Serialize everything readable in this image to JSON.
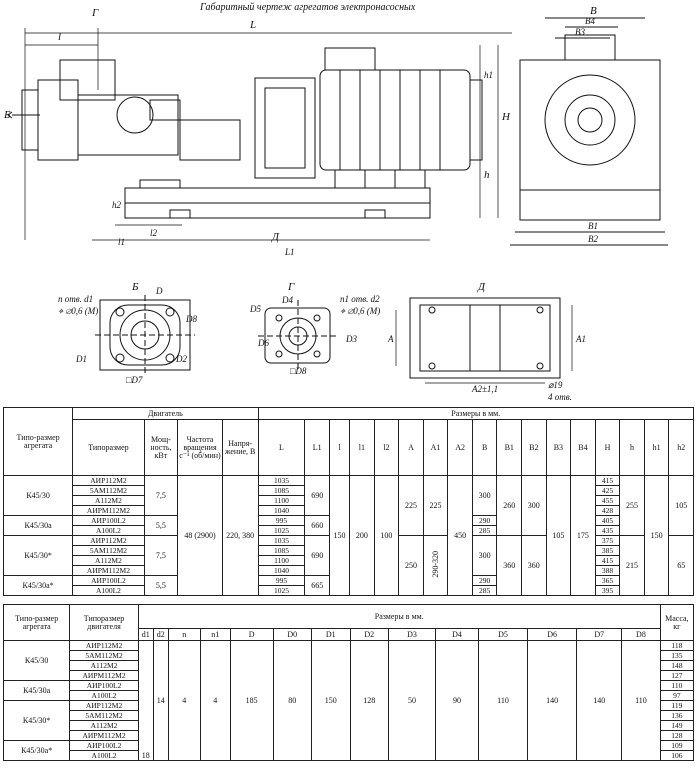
{
  "caption": "Габаритный чертеж агрегатов электронасосных",
  "drawing_labels": {
    "main": [
      "Г",
      "L",
      "l",
      "Б",
      "h1",
      "H",
      "h",
      "h2",
      "l1",
      "l2",
      "Д",
      "L1",
      "B",
      "B4",
      "B3",
      "B1",
      "B2"
    ],
    "view_b": {
      "title": "Б",
      "holes": "n отв. d1",
      "tol": "⌖ ⌀0,6 (М)",
      "labels": [
        "D",
        "D8",
        "D1",
        "D2",
        "□D7"
      ]
    },
    "view_g": {
      "title": "Г",
      "holes": "n1 отв. d2",
      "tol": "⌖ ⌀0,6 (М)",
      "labels": [
        "D5",
        "D4",
        "D6",
        "D3",
        "□D8"
      ]
    },
    "view_d": {
      "title": "Д",
      "labels": [
        "A",
        "A1",
        "A2±1,1",
        "⌀19",
        "4 отв."
      ]
    }
  },
  "table1": {
    "header": {
      "pump": "Типо-размер агрегата",
      "motor_group": "Двигатель",
      "motor_type": "Типоразмер",
      "power": "Мощ-ность, кВт",
      "speed": "Частота вращения с⁻¹ (об/мин)",
      "voltage": "Напря-жение, В",
      "dims": "Размеры в мм.",
      "cols": [
        "L",
        "L1",
        "l",
        "l1",
        "l2",
        "A",
        "A1",
        "A2",
        "B",
        "B1",
        "B2",
        "B3",
        "B4",
        "H",
        "h",
        "h1",
        "h2"
      ]
    },
    "groups": [
      {
        "pump": "К45/30",
        "motors": [
          "АИР112М2",
          "5АМ112М2",
          "А112М2",
          "АИРМ112М2"
        ],
        "power": "7,5",
        "L": [
          "1035",
          "1085",
          "1100",
          "1040"
        ],
        "L1": "690",
        "B": "300",
        "H": [
          "415",
          "425",
          "455",
          "428"
        ]
      },
      {
        "pump": "К45/30а",
        "motors": [
          "АИР100L2",
          "А100L2"
        ],
        "power": "5,5",
        "L": [
          "995",
          "1025"
        ],
        "L1": "660",
        "B": [
          "290",
          "285"
        ],
        "H": [
          "405",
          "435"
        ]
      },
      {
        "pump": "К45/30*",
        "motors": [
          "АИР112М2",
          "5АМ112М2",
          "А112М2",
          "АИРМ112М2"
        ],
        "power": "7,5",
        "L": [
          "1035",
          "1085",
          "1100",
          "1040"
        ],
        "L1": "690",
        "B": "300",
        "H": [
          "375",
          "385",
          "415",
          "388"
        ]
      },
      {
        "pump": "К45/30а*",
        "motors": [
          "АИР100L2",
          "А100L2"
        ],
        "power": "5,5",
        "L": [
          "995",
          "1025"
        ],
        "L1": "665",
        "B": [
          "290",
          "285"
        ],
        "H": [
          "365",
          "395"
        ]
      }
    ],
    "shared": {
      "speed": "48 (2900)",
      "voltage": "220, 380",
      "l": "150",
      "l1": "200",
      "l2": "100",
      "A_top": "225",
      "A_bottom": "250",
      "A1_top": "225",
      "A1_bottom": "290-320",
      "A2": "450",
      "B1_top": "260",
      "B1_bottom": "360",
      "B2_top": "300",
      "B2_bottom": "360",
      "B3": "105",
      "B4": "175",
      "h_top": "255",
      "h_bottom": "215",
      "h1": "150",
      "h2_top": "105",
      "h2_bottom": "65"
    }
  },
  "table2": {
    "header": {
      "pump": "Типо-размер агрегата",
      "motor": "Типоразмер двигателя",
      "dims": "Размеры в мм.",
      "cols": [
        "d1",
        "d2",
        "n",
        "n1",
        "D",
        "D0",
        "D1",
        "D2",
        "D3",
        "D4",
        "D5",
        "D6",
        "D7",
        "D8"
      ],
      "mass": "Масса, кг"
    },
    "groups": [
      {
        "pump": "К45/30",
        "motors": [
          "АИР112М2",
          "5АМ112М2",
          "А112М2",
          "АИРМ112М2"
        ],
        "mass": [
          "118",
          "135",
          "148",
          "127"
        ]
      },
      {
        "pump": "К45/30а",
        "motors": [
          "АИР100L2",
          "А100L2"
        ],
        "mass": [
          "110",
          "97"
        ]
      },
      {
        "pump": "К45/30*",
        "motors": [
          "АИР112М2",
          "5АМ112М2",
          "А112М2",
          "АИРМ112М2"
        ],
        "mass": [
          "119",
          "136",
          "149",
          "128"
        ]
      },
      {
        "pump": "К45/30а*",
        "motors": [
          "АИР100L2",
          "А100L2"
        ],
        "mass": [
          "109",
          "106"
        ]
      }
    ],
    "shared": {
      "d1": "18",
      "d2": "14",
      "n": "4",
      "n1": "4",
      "D": "185",
      "D0": "80",
      "D1": "150",
      "D2": "128",
      "D3": "50",
      "D4": "90",
      "D5": "110",
      "D6": "140",
      "D7": "140",
      "D8": "110"
    }
  }
}
